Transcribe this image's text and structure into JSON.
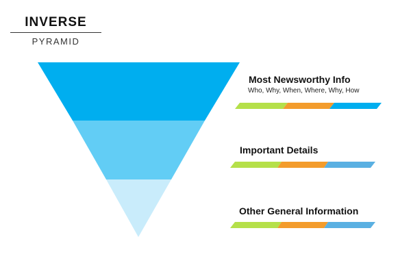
{
  "header": {
    "title": "INVERSE",
    "subtitle": "PYRAMID"
  },
  "levels": [
    {
      "title": "Most Newsworthy Info",
      "subtitle": "Who, Why, When, Where, Why, How"
    },
    {
      "title": "Important Details",
      "subtitle": ""
    },
    {
      "title": "Other General Information",
      "subtitle": ""
    }
  ],
  "colors": {
    "tier_top": "#00aeef",
    "tier_middle": "#62cdf5",
    "tier_bottom": "#c9ecfb",
    "stripe_green": "#b5e04a",
    "stripe_orange": "#f39c2c",
    "stripe_blue_strong": "#00aeef",
    "stripe_blue_soft": "#5ab0e2"
  }
}
